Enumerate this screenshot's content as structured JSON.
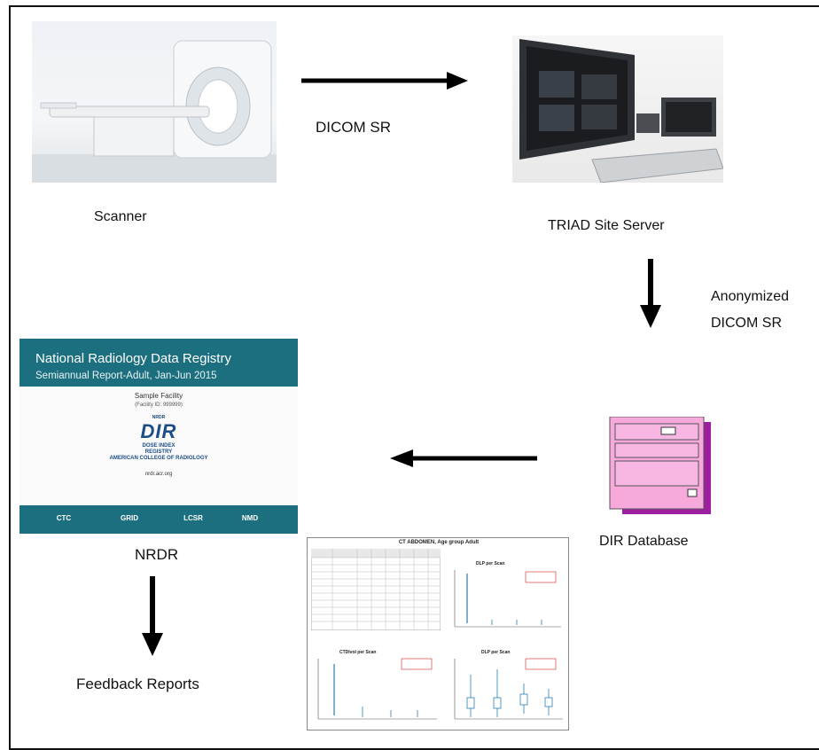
{
  "nodes": {
    "scanner": "Scanner",
    "site_server": "TRIAD Site Server",
    "database": "DIR Database",
    "nrdr": "NRDR",
    "feedback": "Feedback Reports"
  },
  "edges": {
    "scanner_to_server": "DICOM SR",
    "server_to_db_line1": "Anonymized",
    "server_to_db_line2": "DICOM SR"
  },
  "nrdr_cover": {
    "title": "National Radiology Data Registry",
    "subtitle": "Semiannual Report-Adult, Jan-Jun 2015",
    "facility": "Sample Facility",
    "facility_id": "(Facility ID: 999999)",
    "logo_small": "NRDR",
    "logo": "DIR",
    "logo_sub_1": "DOSE INDEX",
    "logo_sub_2": "REGISTRY",
    "logo_sub_3": "AMERICAN COLLEGE OF RADIOLOGY",
    "url": "nrdr.acr.org",
    "registries": [
      "CTC",
      "GRID",
      "LCSR",
      "NMD"
    ]
  },
  "report": {
    "title": "CT ABDOMEN, Age group Adult",
    "panels": [
      "DLP per Scan",
      "CTDIvol per Scan",
      "DLP per Scan"
    ]
  }
}
